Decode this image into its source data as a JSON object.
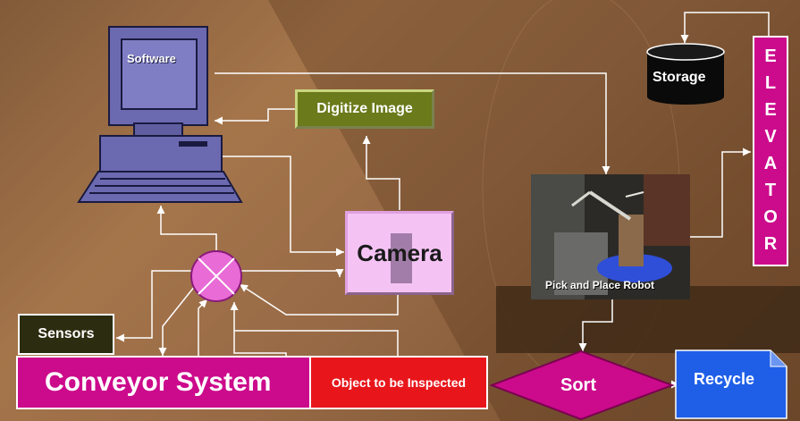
{
  "nodes": {
    "software": "Software",
    "digitize": "Digitize Image",
    "camera": "Camera",
    "storage": "Storage",
    "elevator_letters": [
      "E",
      "L",
      "E",
      "V",
      "A",
      "T",
      "O",
      "R"
    ],
    "robot": "Pick and Place Robot",
    "sensors": "Sensors",
    "conveyor": "Conveyor System",
    "object": "Object to be Inspected",
    "sort": "Sort",
    "recycle": "Recycle"
  },
  "colors": {
    "magenta": "#cc0a8c",
    "red": "#e8161b",
    "olive": "#6b7a1a",
    "camera_pink": "#f4c3f4",
    "computer_purple": "#6b6ab0",
    "recycle_blue": "#1f5fe8",
    "sensors_dark": "#2c2c10",
    "storage_black": "#0a0a0a",
    "junction_pink": "#e86bd6",
    "line_white": "#ffffff"
  }
}
